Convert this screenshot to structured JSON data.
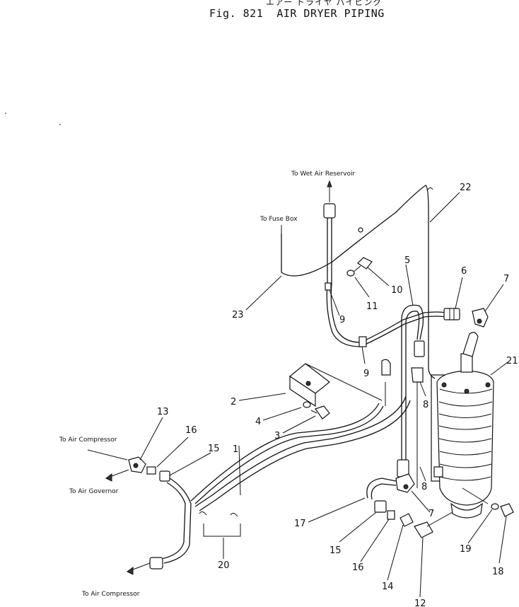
{
  "header": {
    "subtitle": "エアー ドライヤ パイピング",
    "fig_label": "Fig. 821",
    "title": "AIR DRYER PIPING"
  },
  "notes": {
    "wet_air_reservoir": "To Wet Air Reservoir",
    "fuse_box": "To Fuse Box",
    "air_compressor_top": "To Air Compressor",
    "air_governor": "To Air Governor",
    "air_compressor_bottom": "To Air Compressor"
  },
  "callouts": [
    "1",
    "2",
    "3",
    "4",
    "5",
    "6",
    "7",
    "7",
    "8",
    "8",
    "9",
    "9",
    "10",
    "11",
    "12",
    "13",
    "14",
    "15",
    "15",
    "16",
    "16",
    "17",
    "18",
    "19",
    "20",
    "21",
    "22",
    "23"
  ]
}
